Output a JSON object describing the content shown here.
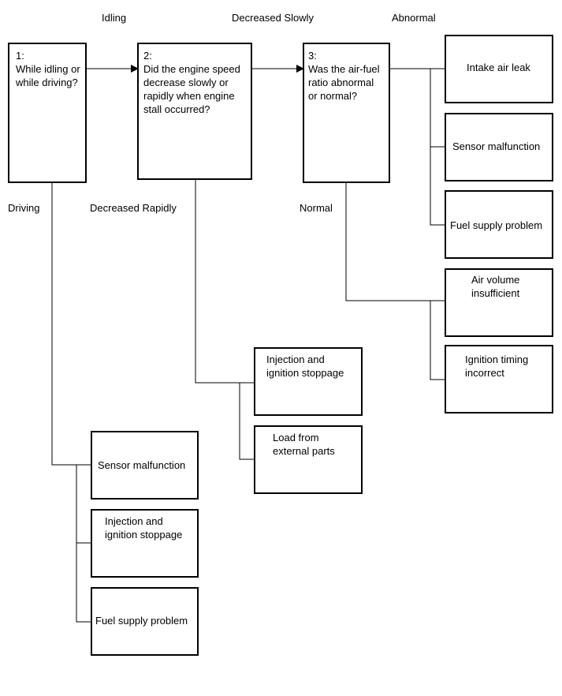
{
  "labels": {
    "idling": "Idling",
    "decreased_slowly": "Decreased Slowly",
    "abnormal": "Abnormal",
    "driving": "Driving",
    "decreased_rapidly": "Decreased Rapidly",
    "normal": "Normal"
  },
  "steps": {
    "step1": {
      "num": "1:",
      "line1": "While idling or",
      "line2": "while driving?"
    },
    "step2": {
      "num": "2:",
      "line1": "Did the engine speed",
      "line2": "decrease slowly or",
      "line3": "rapidly when engine",
      "line4": "stall occurred?"
    },
    "step3": {
      "num": "3:",
      "line1": "Was the air-fuel",
      "line2": "ratio abnormal",
      "line3": "or normal?"
    }
  },
  "results": {
    "intake_air_leak": {
      "line1": "Intake air leak"
    },
    "sensor_malfunction_a": {
      "line1": "Sensor malfunction"
    },
    "fuel_supply_problem_a": {
      "line1": "Fuel supply problem"
    },
    "air_volume_insufficient": {
      "line1": "Air volume",
      "line2": "insufficient"
    },
    "ignition_timing_incorrect": {
      "line1": "Ignition timing",
      "line2": "incorrect"
    },
    "injection_ignition_stoppage_a": {
      "line1": "Injection and",
      "line2": "ignition stoppage"
    },
    "load_external_parts": {
      "line1": "Load from",
      "line2": "external parts"
    },
    "sensor_malfunction_b": {
      "line1": "Sensor malfunction"
    },
    "injection_ignition_stoppage_b": {
      "line1": "Injection and",
      "line2": "ignition stoppage"
    },
    "fuel_supply_problem_b": {
      "line1": "Fuel supply problem"
    }
  }
}
